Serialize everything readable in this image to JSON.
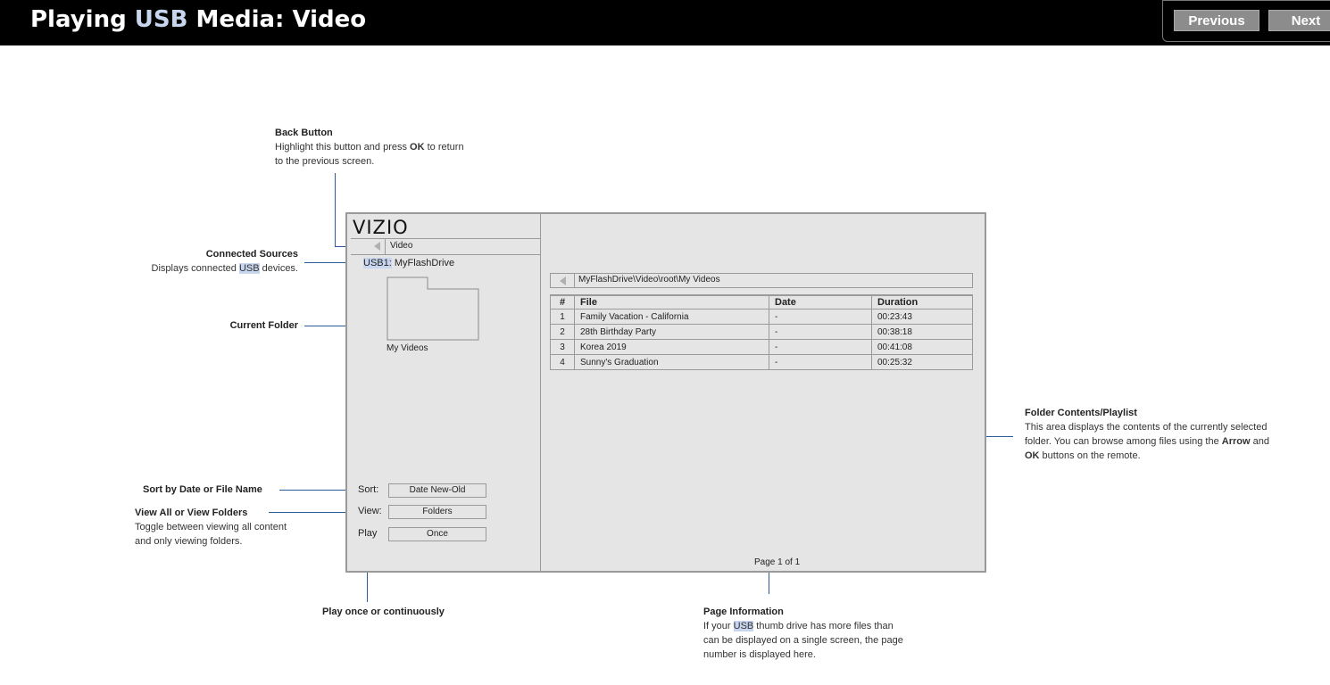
{
  "header": {
    "title_prefix": "Playing ",
    "title_highlight": "USB",
    "title_suffix": " Media: Video",
    "prev_label": "Previous",
    "next_label": "Next"
  },
  "callouts": {
    "back_button": {
      "title": "Back Button",
      "line1_a": "Highlight this button and press ",
      "line1_b": "OK",
      "line1_c": " to return",
      "line2": "to the previous screen."
    },
    "connected_sources": {
      "title": "Connected Sources",
      "desc_a": "Displays connected ",
      "desc_b": "USB",
      "desc_c": " devices."
    },
    "current_folder": {
      "title": "Current Folder"
    },
    "sort": {
      "title": "Sort by Date or File Name"
    },
    "view": {
      "title": "View All or View Folders",
      "line1": "Toggle between viewing all content",
      "line2": "and only viewing folders."
    },
    "play": {
      "title": "Play once or continuously"
    },
    "page_info": {
      "title": "Page Information",
      "line1_a": "If your ",
      "line1_b": "USB",
      "line1_c": " thumb drive has more files than",
      "line2": "can be displayed on a single screen, the page",
      "line3": "number is displayed here."
    },
    "folder_contents": {
      "title": "Folder Contents/Playlist",
      "line1": "This area displays the contents of the currently selected",
      "line2_a": "folder. You can browse among files using the ",
      "line2_b": "Arrow",
      "line2_c": " and",
      "line3_a": "OK",
      "line3_b": " buttons on the remote."
    }
  },
  "tv": {
    "logo": "VIZIO",
    "back_label": "Video",
    "usb_prefix": "USB1:",
    "usb_name": " MyFlashDrive",
    "folder_label": "My Videos",
    "sort_label": "Sort:",
    "sort_value": "Date New-Old",
    "view_label": "View:",
    "view_value": "Folders",
    "play_label": "Play",
    "play_value": "Once",
    "path": "MyFlashDrive\\Video\\root\\My Videos",
    "columns": [
      "#",
      "File",
      "Date",
      "Duration"
    ],
    "rows": [
      {
        "num": "1",
        "file": "Family Vacation - California",
        "date": "-",
        "duration": "00:23:43"
      },
      {
        "num": "2",
        "file": "28th Birthday Party",
        "date": "-",
        "duration": "00:38:18"
      },
      {
        "num": "3",
        "file": "Korea 2019",
        "date": "-",
        "duration": "00:41:08"
      },
      {
        "num": "4",
        "file": "Sunny's Graduation",
        "date": "-",
        "duration": "00:25:32"
      }
    ],
    "page_info": "Page 1 of 1"
  },
  "colors": {
    "header_bg": "#000000",
    "highlight": "#c7d6ee",
    "callout_line": "#2e5c9a",
    "tv_bg": "#e5e5e5"
  }
}
